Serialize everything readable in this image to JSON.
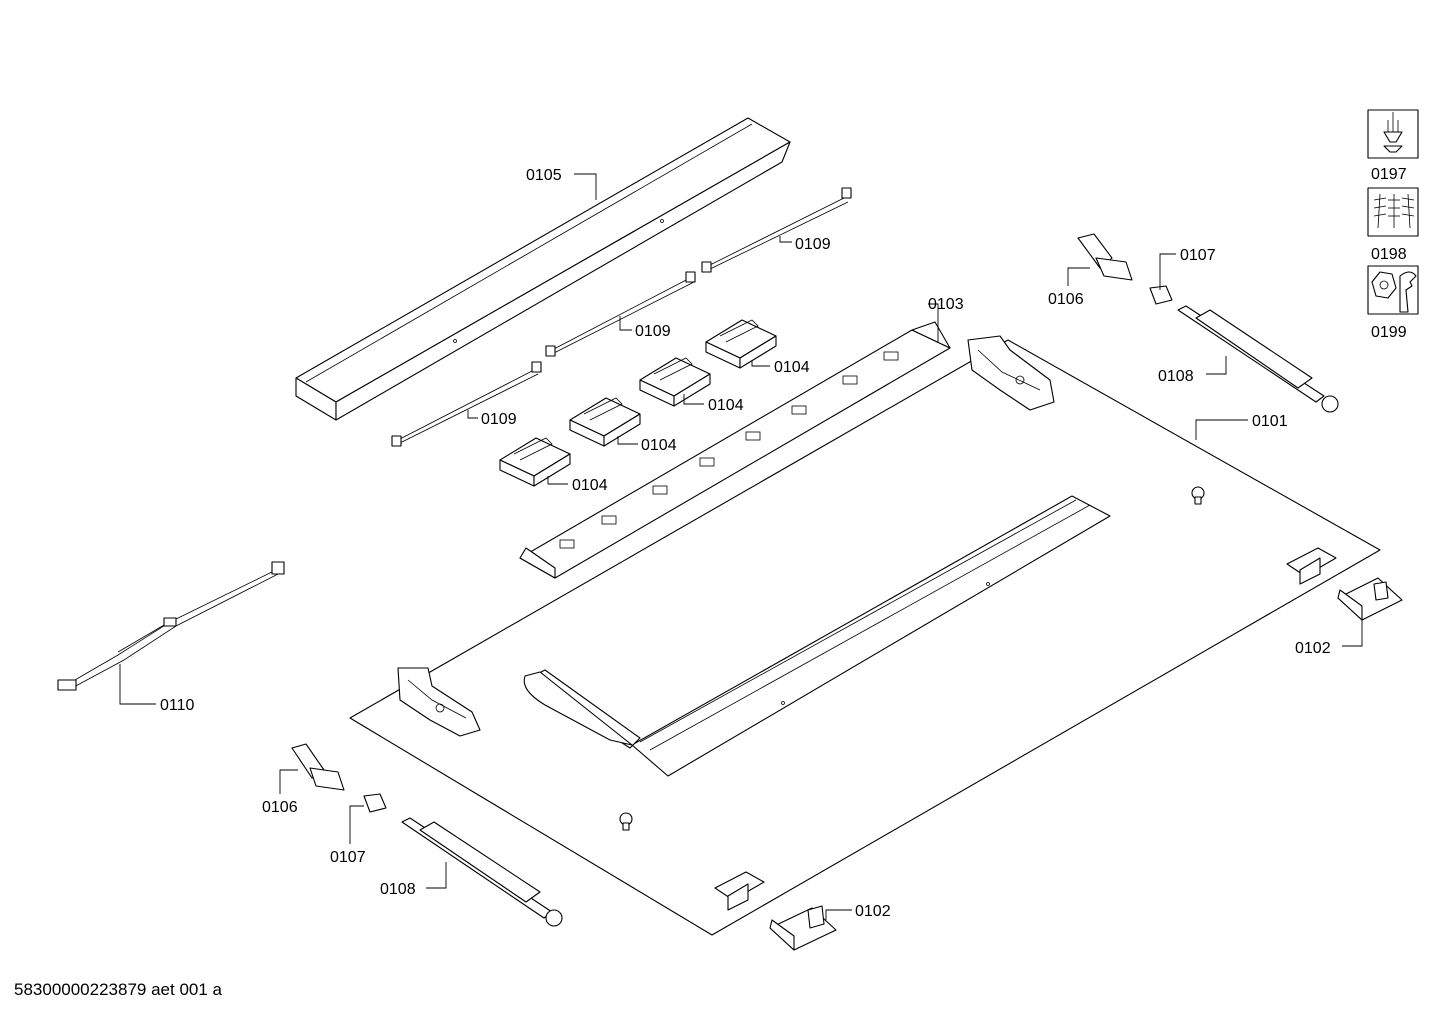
{
  "labels": {
    "l0105": "0105",
    "l0109a": "0109",
    "l0109b": "0109",
    "l0109c": "0109",
    "l0103": "0103",
    "l0104a": "0104",
    "l0104b": "0104",
    "l0104c": "0104",
    "l0104d": "0104",
    "l0106a": "0106",
    "l0107a": "0107",
    "l0108a": "0108",
    "l0101": "0101",
    "l0102a": "0102",
    "l0110": "0110",
    "l0106b": "0106",
    "l0107b": "0107",
    "l0108b": "0108",
    "l0102b": "0102",
    "l0197": "0197",
    "l0198": "0198",
    "l0199": "0199"
  },
  "tool_icons": [
    "screwdriver-icon",
    "screws-icon",
    "wrench-nut-icon"
  ],
  "footer": {
    "doc_id": "58300000223879 aet 001 a"
  }
}
